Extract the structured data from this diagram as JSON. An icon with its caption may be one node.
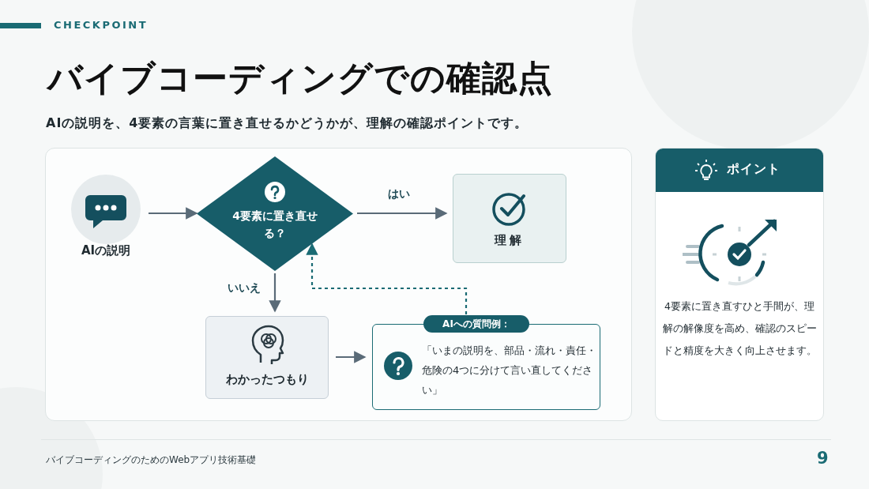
{
  "diagram": {
    "title": "バイブコーディングでの確認点",
    "nodes": [
      {
        "text": [
          "AIの説明"
        ]
      },
      {
        "text": [
          "4要素に置き直せる？"
        ]
      },
      {
        "text": [
          "理解"
        ]
      },
      {
        "text": [
          "わかったつもり"
        ]
      },
      {
        "text": [
          "AIへの質問例：",
          "「いまの説明を、部品・流れ・責任・危険の4つに分けて言い直してください」"
        ]
      },
      {
        "text": [
          "ポイント",
          "4要素に置き直すひと手間が、理解の解像度を高め、確認のスピードと精度を大きく向上させます。"
        ]
      }
    ],
    "edges": [
      {
        "from": 0,
        "to": 1,
        "arrow": "to"
      },
      {
        "from": 1,
        "to": 2,
        "arrow": "to",
        "label": "はい"
      },
      {
        "from": 1,
        "to": 3,
        "arrow": "to",
        "label": "いいえ"
      },
      {
        "from": 3,
        "to": 4,
        "arrow": "to"
      },
      {
        "from": 4,
        "to": 1,
        "arrow": "to",
        "style": "dashed",
        "color": "#1a6b74"
      }
    ],
    "labels": [
      "CHECKPOINT",
      "AIの説明を、4要素の言葉に置き直せるかどうかが、理解の確認ポイントです。",
      "バイブコーディングのためのWebアプリ技術基礎",
      "9"
    ]
  }
}
